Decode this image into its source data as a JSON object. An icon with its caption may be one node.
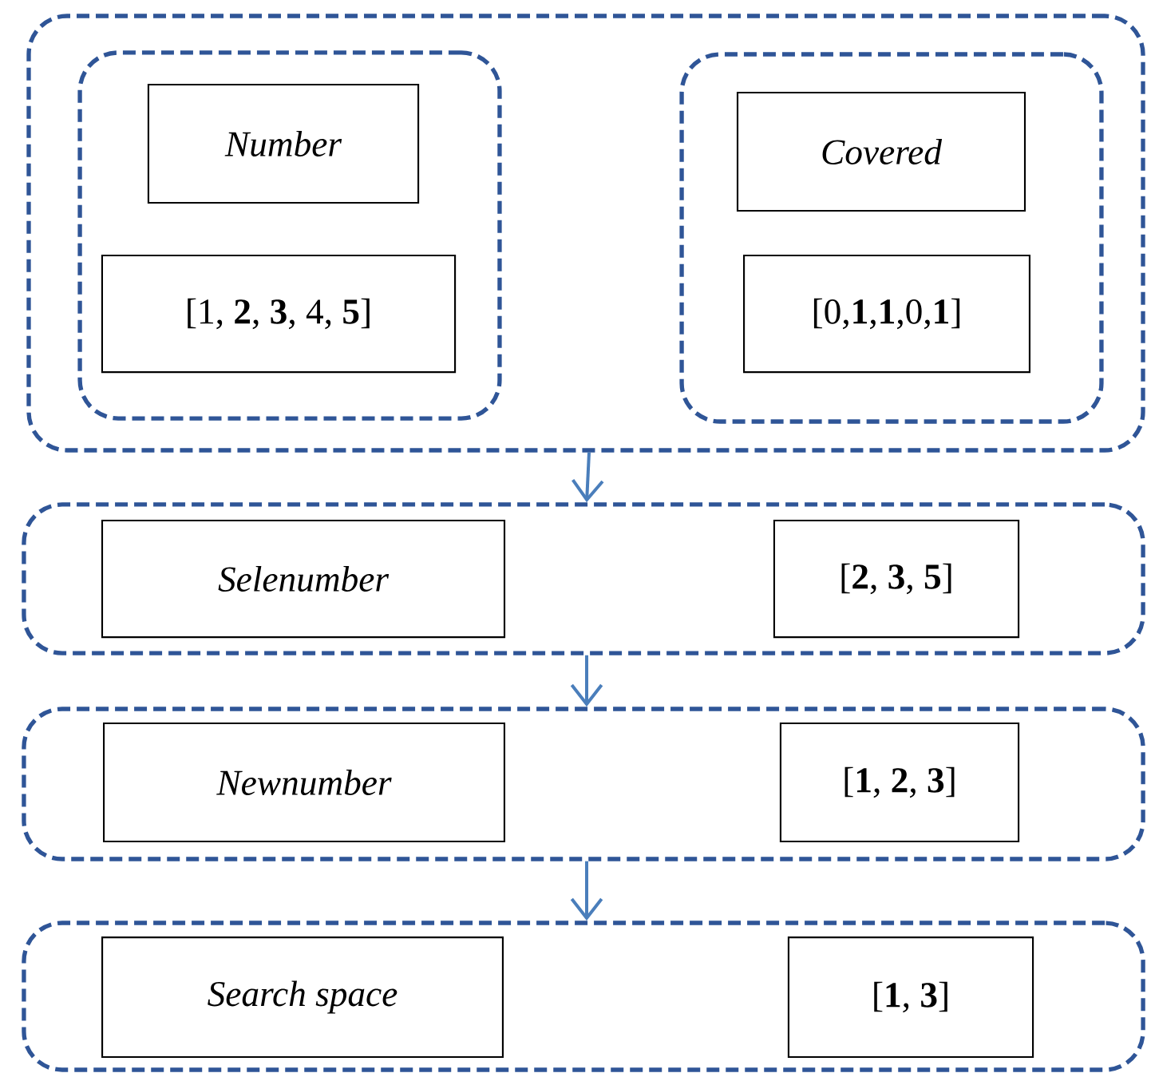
{
  "diagram": {
    "nodes": [
      {
        "text": [],
        "shape": "box"
      },
      {
        "text": [],
        "shape": "box",
        "in": 0
      },
      {
        "text": [
          "Number"
        ],
        "in": 1
      },
      {
        "text": [
          "[1, **2**, **3**, 4, **5**]"
        ],
        "in": 1
      },
      {
        "text": [],
        "shape": "box",
        "in": 0
      },
      {
        "text": [
          "Covered"
        ],
        "in": 4
      },
      {
        "text": [
          "[0,**1**,**1**,0,**1**]"
        ],
        "in": 4
      },
      {
        "text": [],
        "shape": "box"
      },
      {
        "text": [
          "Selenumber"
        ],
        "in": 7
      },
      {
        "text": [
          "[**2**, **3**, **5**]"
        ],
        "in": 7
      },
      {
        "text": [],
        "shape": "box"
      },
      {
        "text": [
          "Newnumber"
        ],
        "in": 10
      },
      {
        "text": [
          "[**1**, **2**, **3**]"
        ],
        "in": 10
      },
      {
        "text": [],
        "shape": "box"
      },
      {
        "text": [
          "Search space"
        ],
        "in": 13
      },
      {
        "text": [
          "[**1**, **3**]"
        ],
        "in": 13
      }
    ],
    "edges": [
      {
        "from": 0,
        "to": 7,
        "arrow": "to"
      },
      {
        "from": 7,
        "to": 10,
        "arrow": "to"
      },
      {
        "from": 10,
        "to": 13,
        "arrow": "to"
      }
    ]
  }
}
